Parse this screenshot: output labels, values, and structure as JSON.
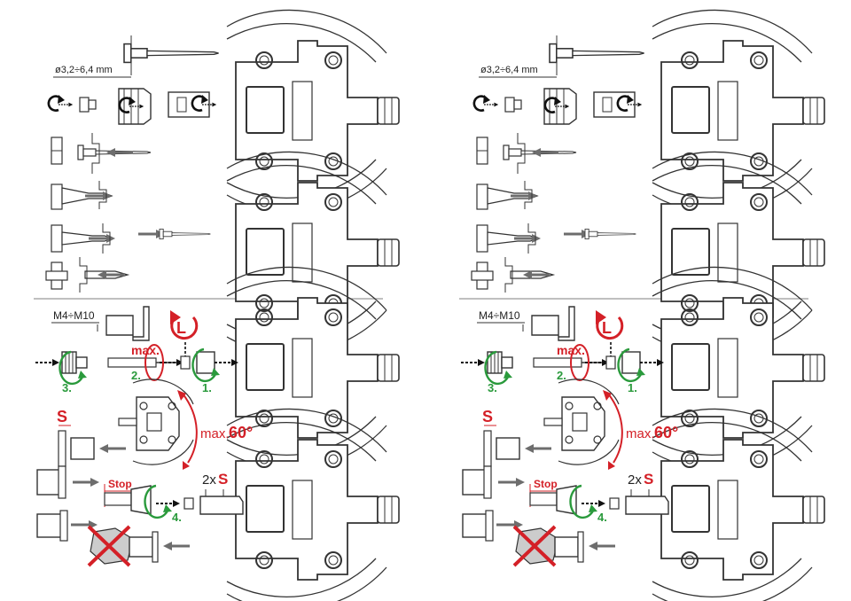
{
  "labels": {
    "rivet_dia": "ø3,2÷6,4 mm",
    "nut_range": "M4÷M10",
    "max": "max.",
    "step1": "1.",
    "step2": "2.",
    "step3": "3.",
    "step4": "4.",
    "s": "S",
    "max60_prefix": "max.",
    "max60_value": "60°",
    "stop": "Stop",
    "twoxs_prefix": "2x",
    "twoxs_s": "S",
    "rotate_letter": "L"
  },
  "colors": {
    "line": "#333333",
    "grey": "#6d6d6d",
    "red": "#d42027",
    "green": "#2a9a3c"
  },
  "icons": [
    "rotate-icon",
    "arrow-right-icon",
    "arrow-left-icon",
    "forbidden-cross-icon"
  ]
}
